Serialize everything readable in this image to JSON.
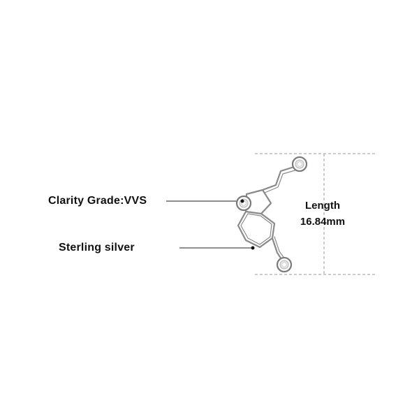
{
  "annotations": {
    "clarity_grade": "Clarity Grade:VVS",
    "material": "Sterling silver"
  },
  "dimension": {
    "label": "Length",
    "value": "16.84mm"
  },
  "colors": {
    "background": "#ffffff",
    "text": "#111111",
    "leader_line": "#222222",
    "dimension_line": "#999999",
    "metal": "#8a8a8a"
  },
  "icons": {
    "product": "serotonin-molecule-earring-icon"
  }
}
